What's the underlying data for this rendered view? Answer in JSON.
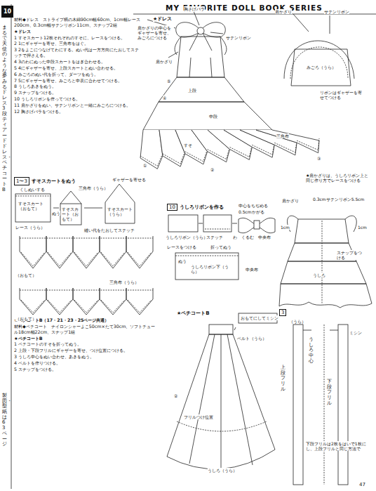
{
  "diagram": {
    "title": "MY FAVORITE DOLL BOOK SERIES",
    "nodes": [
      {
        "text": [
          "10"
        ]
      },
      {
        "text": [
          "1〜3",
          "すそスカートをぬう"
        ]
      },
      {
        "text": [
          "10",
          "うしろリボンを作る"
        ]
      },
      {
        "text": [
          "3"
        ]
      }
    ],
    "labels": [
      "材料◆ドレス　ストライプ柄の木綿90cm幅60cm、1cm幅レース200cm、0.3cm幅サテンリボン11cm、スナップ2組",
      "★ドレス",
      "1 すそスカート12枚それぞれのすそに、レースをつける。",
      "2 1にギャザーを寄せ、三角布をはぐ。",
      "3 2をよこにつなげてわにする。ぬい代は一方方向にたおしてステッチで押さえる。",
      "4 3のわにぬった中段スカートをはぎ合わせる。",
      "5 4にギャザーを寄せ、上段スカートとぬい合わせる。",
      "6 みごろのぬい代を折って、ダーツをぬう。",
      "7 5にギャザーを寄せ、みごろと中表に合わせてつける。",
      "8 うしろあきをぬう。",
      "9 スナップをつける。",
      "10 うしろリボンを作ってつける。",
      "11 肩かざりをぬい、サテンリボンと一緒にみごろにつける。",
      "12 胸さげバラをつける。",
      "★ドレス",
      "胸さげバラ",
      "肩かざりの中心をギャザーを寄せ、みごろにつける",
      "サテンリボン",
      "肩かざり",
      "サテンリボン",
      "肩かざり",
      "上段",
      "リボンはギャザーを寄せてつける",
      "みごろ（うら）",
      "中段",
      "④",
      "⑤",
      "すそ",
      "①",
      "②",
      "三角布",
      "③",
      "★肩かざりは、うしろリボン上と同じ作り方でレースをつける",
      "くしぬいする",
      "すそスカート（おもて）",
      "レース（うら）",
      "ぬう",
      "すそスカート（おもて）",
      "三角布（うら）",
      "すそスカート（うら）",
      "ギャザーを寄せる",
      "縫い代をたおしてステッチ",
      "（おもて）",
      "三角布（うら）",
      "（おもて）",
      "うしろリボン（うら）",
      "ステッチ",
      "中心をちぢめる",
      "0.5cmかがる",
      "わ",
      "くるむ",
      "中央布",
      "レースをつける",
      "ぬう",
      "折ってぬう",
      "うしろリボン下（うら）",
      "中央布",
      "肩かざり",
      "0.3cmサテンリボン5.5cm",
      "1cm",
      "1cm",
      "スナップをつける",
      "うしろ",
      "★ペチコートB（17・21・23・25ページ共通）",
      "材料◆ペチコート　ナイロンシャーよこ50cm×たて30cm、ソフトチュール18cm幅22cm、スナップ1組",
      "★ペチコートB",
      "1 ペチコートのすそを折ってぬう。",
      "2 上段・下段フリルにギャザーを寄せ、つけ位置につける。",
      "3 うしろ中心をぬい合わせ、あきをぬう。",
      "4 ベルトを作りつける。",
      "5 スナップをつける。",
      "★ペチコートB",
      "ベルト（うら）",
      "おもてにしてミシン",
      "フリルつけ位置",
      "うしろ（うら）",
      "②",
      "（うら）",
      "うしろ中心",
      "ミシン",
      "上段フリル",
      "下段フリル",
      "下段フリルは2枚をはいで1枚にし、上段フリルと同じ方法で",
      "47",
      "まるで天使のような夢みるドレス　3段ティアードドレス・ペチコートB",
      "製図・型紙は63ページ"
    ]
  }
}
